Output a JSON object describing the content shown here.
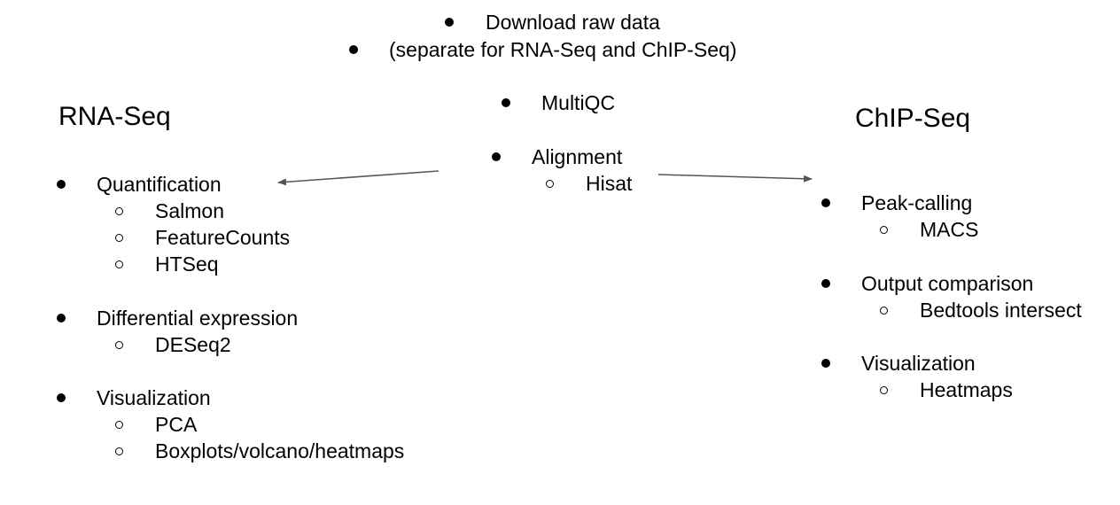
{
  "center": {
    "top_line_1": "Download raw data",
    "top_line_2": "(separate for RNA-Seq and ChIP-Seq)",
    "multiqc": "MultiQC",
    "alignment": "Alignment",
    "alignment_tool": "Hisat"
  },
  "rna_seq": {
    "heading": "RNA-Seq",
    "quantification": "Quantification",
    "salmon": "Salmon",
    "featurecounts": "FeatureCounts",
    "htseq": "HTSeq",
    "differential_expression": "Differential expression",
    "deseq2": "DESeq2",
    "visualization": "Visualization",
    "pca": "PCA",
    "boxplots": "Boxplots/volcano/heatmaps"
  },
  "chip_seq": {
    "heading": "ChIP-Seq",
    "peak_calling": "Peak-calling",
    "macs": "MACS",
    "output_comparison": "Output comparison",
    "bedtools": "Bedtools intersect",
    "visualization": "Visualization",
    "heatmaps": "Heatmaps"
  },
  "colors": {
    "text": "#000000",
    "arrow": "#555555",
    "background": "#ffffff"
  }
}
